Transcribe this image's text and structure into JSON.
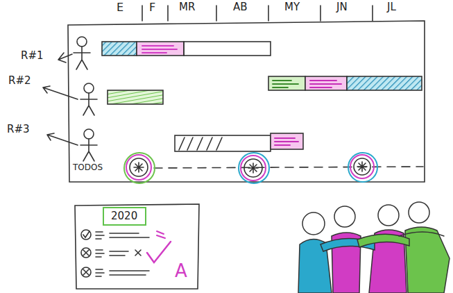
{
  "diagram": {
    "nodes": [
      {
        "text": [
          "2020"
        ]
      }
    ],
    "labels": [
      "E",
      "F",
      "MR",
      "AB",
      "MY",
      "JN",
      "JL",
      "R#1",
      "R#2",
      "R#3",
      "TODOS",
      "A"
    ]
  }
}
